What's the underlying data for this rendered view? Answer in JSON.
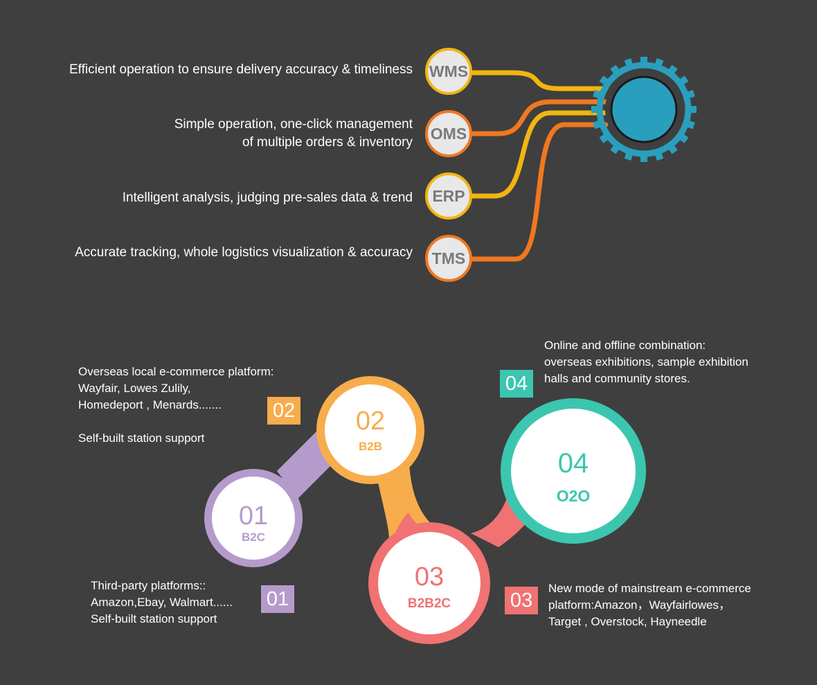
{
  "systems": [
    {
      "code": "WMS",
      "desc_lines": [
        "Efficient operation to ensure delivery accuracy & timeliness"
      ],
      "border_color": "#f2b511"
    },
    {
      "code": "OMS",
      "desc_lines": [
        "Simple operation, one-click management",
        "of multiple orders & inventory"
      ],
      "border_color": "#f07820"
    },
    {
      "code": "ERP",
      "desc_lines": [
        "Intelligent analysis, judging pre-sales data & trend"
      ],
      "border_color": "#f2b511"
    },
    {
      "code": "TMS",
      "desc_lines": [
        "Accurate tracking, whole logistics visualization & accuracy"
      ],
      "border_color": "#f07820"
    }
  ],
  "gear": {
    "ring_color": "#2a9fbd",
    "core_color": "#2a9fbd"
  },
  "models": [
    {
      "num": "01",
      "label": "B2C",
      "color": "#b59bcb",
      "tag": "01",
      "text_lines": [
        "Third-party platforms::",
        "Amazon,Ebay, Walmart......",
        "Self-built station support"
      ]
    },
    {
      "num": "02",
      "label": "B2B",
      "color": "#f7ad4c",
      "tag": "02",
      "text_lines": [
        "Overseas local e-commerce platform:",
        "Wayfair, Lowes Zulily,",
        "Homedeport , Menards.......",
        "",
        "Self-built station support"
      ]
    },
    {
      "num": "03",
      "label": "B2B2C",
      "color": "#f07272",
      "tag": "03",
      "text_lines": [
        "New mode of mainstream e-commerce",
        "platform:Amazon，Wayfairlowes，",
        "Target , Overstock, Hayneedle"
      ]
    },
    {
      "num": "04",
      "label": "O2O",
      "color": "#3cc6af",
      "tag": "04",
      "text_lines": [
        "Online and offline combination:",
        "overseas exhibitions, sample exhibition",
        "halls and community stores."
      ]
    }
  ]
}
